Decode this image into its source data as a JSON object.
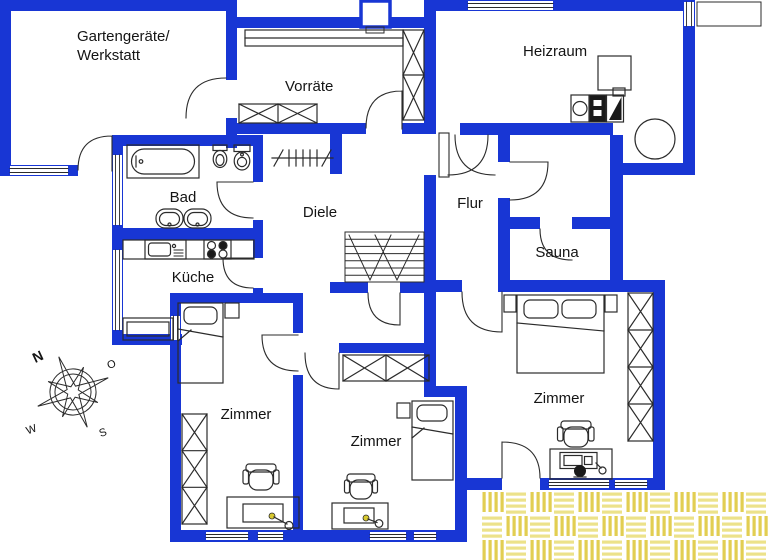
{
  "rooms": {
    "gartengeraete_line1": "Gartengeräte/",
    "gartengeraete_line2": "Werkstatt",
    "vorraete": "Vorräte",
    "heizraum": "Heizraum",
    "bad": "Bad",
    "diele": "Diele",
    "flur": "Flur",
    "sauna": "Sauna",
    "kueche": "Küche",
    "zimmer1": "Zimmer",
    "zimmer2": "Zimmer",
    "zimmer3": "Zimmer"
  },
  "compass": {
    "north": "N",
    "east": "O",
    "south": "S",
    "west": "W"
  },
  "colors": {
    "wall": "#1836d4",
    "line": "#2b2b2b",
    "paving": "#e2ce52",
    "paving_light": "#ece28a",
    "lamp": "#d8c92f",
    "background": "#ffffff"
  }
}
